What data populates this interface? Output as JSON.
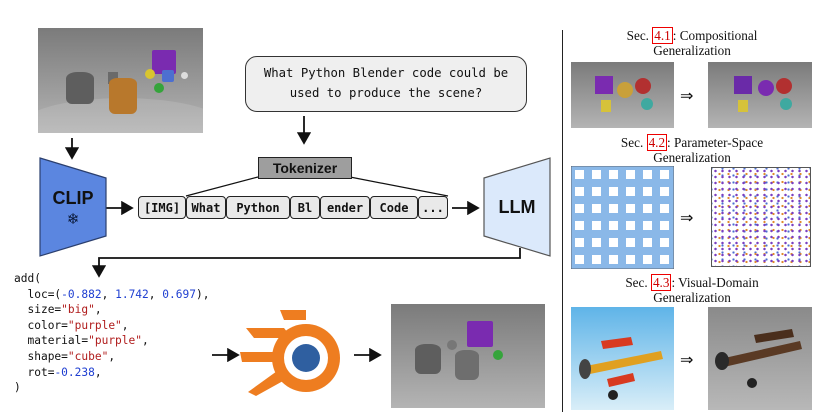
{
  "prompt_text": "What Python Blender code could be used to produce the scene?",
  "tokenizer_label": "Tokenizer",
  "clip_label": "CLIP",
  "clip_icon": "snowflake-icon",
  "llm_label": "LLM",
  "tokens": [
    "[IMG]",
    "What",
    "Python",
    "Bl",
    "ender",
    "Code",
    "..."
  ],
  "code": {
    "open": "add(",
    "loc_prefix": "loc=(",
    "loc_x": "-0.882",
    "loc_y": "1.742",
    "loc_z": "0.697",
    "loc_suffix": "),",
    "size_key": "size=",
    "size_val": "\"big\"",
    "color_key": "color=",
    "color_val": "\"purple\"",
    "material_key": "material=",
    "material_val": "\"purple\"",
    "shape_key": "shape=",
    "shape_val": "\"cube\"",
    "rot_key": "rot=",
    "rot_val": "-0.238",
    "close": ")"
  },
  "sections": [
    {
      "prefix": "Sec. ",
      "ref": "4.1",
      "title1": ": Compositional",
      "title2": "Generalization"
    },
    {
      "prefix": "Sec. ",
      "ref": "4.2",
      "title1": ": Parameter-Space",
      "title2": "Generalization"
    },
    {
      "prefix": "Sec. ",
      "ref": "4.3",
      "title1": ": Visual-Domain",
      "title2": "Generalization"
    }
  ],
  "implies_symbol": "⇒",
  "comma": ",",
  "colors": {
    "clip_fill": "#5b86e0",
    "llm_fill": "#dbe9fb",
    "blender_orange": "#ee7d20",
    "blender_blue": "#2f5fa0",
    "grid_blue": "#8ab8e8",
    "number_blue": "#1f3fd1",
    "string_red": "#b01c1c"
  }
}
